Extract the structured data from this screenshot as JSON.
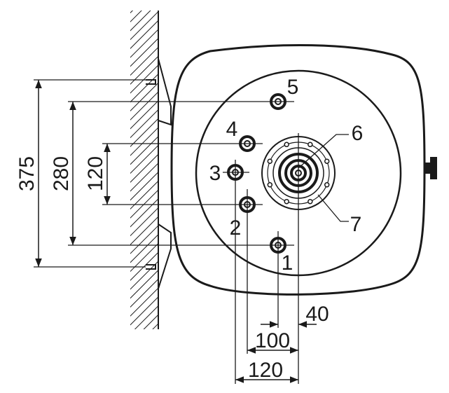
{
  "dimensions": {
    "d375": "375",
    "d280": "280",
    "d120_vertical": "120",
    "d100": "100",
    "d120_horizontal": "120",
    "d40": "40"
  },
  "callouts": {
    "c1": "1",
    "c2": "2",
    "c3": "3",
    "c4": "4",
    "c5": "5",
    "c6": "6",
    "c7": "7"
  },
  "colors": {
    "ink": "#1a1a1a",
    "background": "#ffffff"
  }
}
